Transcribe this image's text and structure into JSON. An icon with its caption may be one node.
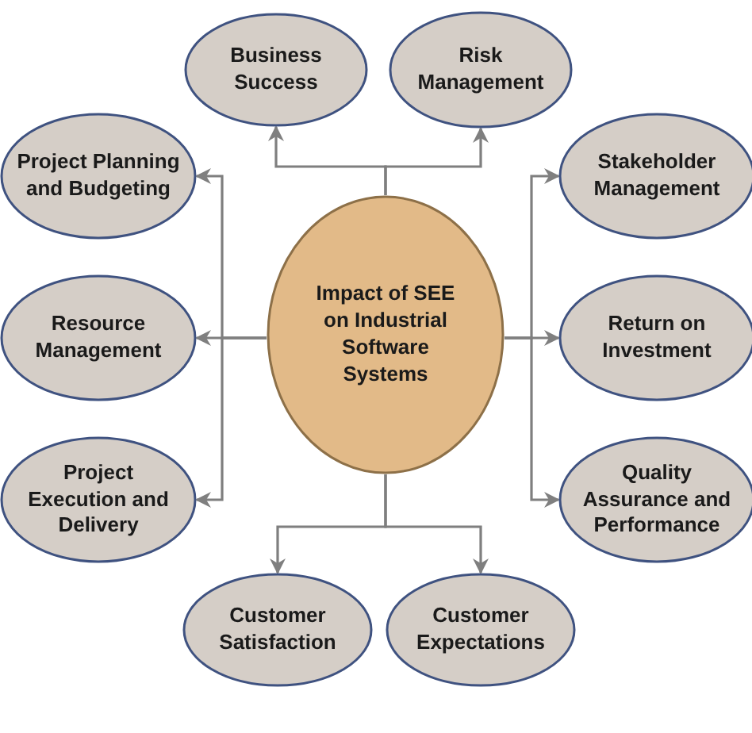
{
  "diagram": {
    "nodes": [
      {
        "text": [
          "Impact of SEE on Industrial Software Systems"
        ]
      },
      {
        "text": [
          "Business Success"
        ]
      },
      {
        "text": [
          "Risk Management"
        ]
      },
      {
        "text": [
          "Project Planning and Budgeting"
        ]
      },
      {
        "text": [
          "Stakeholder Management"
        ]
      },
      {
        "text": [
          "Resource Management"
        ]
      },
      {
        "text": [
          "Return on Investment"
        ]
      },
      {
        "text": [
          "Project Execution and Delivery"
        ]
      },
      {
        "text": [
          "Quality Assurance and Performance"
        ]
      },
      {
        "text": [
          "Customer Satisfaction"
        ]
      },
      {
        "text": [
          "Customer Expectations"
        ]
      }
    ],
    "edges": [
      {
        "from": 0,
        "to": 1,
        "arrow": "to"
      },
      {
        "from": 0,
        "to": 2,
        "arrow": "to"
      },
      {
        "from": 0,
        "to": 3,
        "arrow": "to"
      },
      {
        "from": 0,
        "to": 4,
        "arrow": "to"
      },
      {
        "from": 0,
        "to": 5,
        "arrow": "to"
      },
      {
        "from": 0,
        "to": 6,
        "arrow": "to"
      },
      {
        "from": 0,
        "to": 7,
        "arrow": "to"
      },
      {
        "from": 0,
        "to": 8,
        "arrow": "to"
      },
      {
        "from": 0,
        "to": 9,
        "arrow": "to"
      },
      {
        "from": 0,
        "to": 10,
        "arrow": "to"
      }
    ]
  }
}
